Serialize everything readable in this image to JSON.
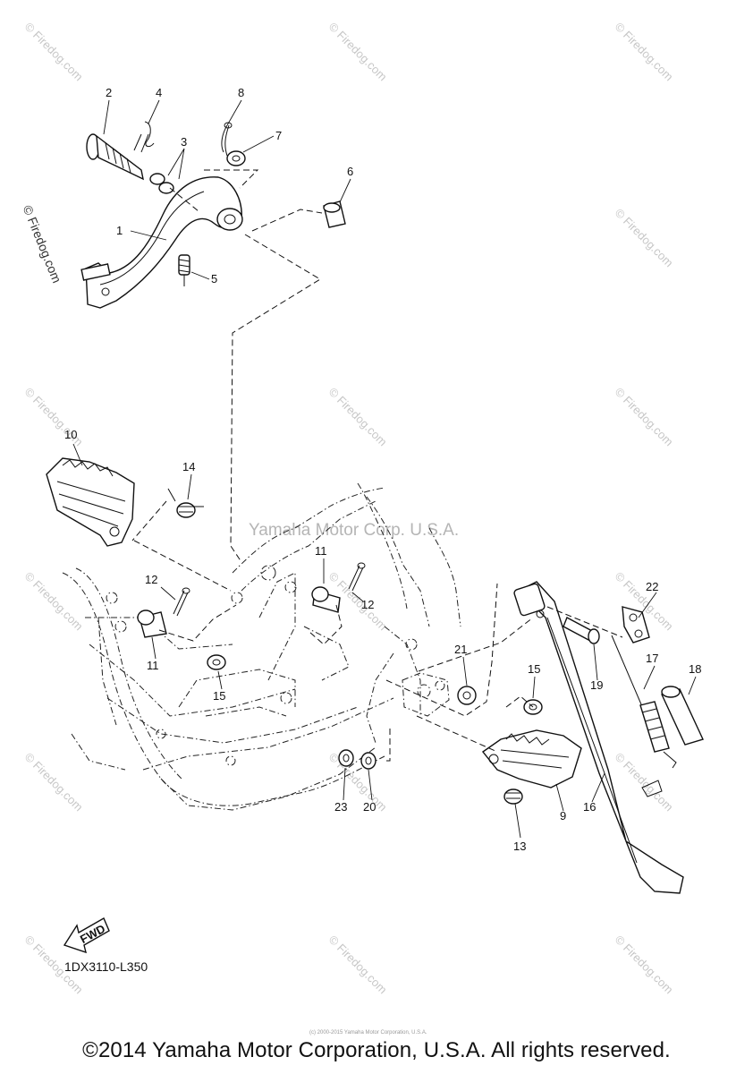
{
  "watermarks": {
    "site": "© Firedog.com",
    "center": "Yamaha Motor Corp. U.S.A."
  },
  "diagram": {
    "code": "1DX3110-L350",
    "fwd_label": "FWD",
    "callouts": {
      "c1": "1",
      "c2": "2",
      "c3": "3",
      "c4": "4",
      "c5": "5",
      "c6": "6",
      "c7": "7",
      "c8": "8",
      "c9": "9",
      "c10": "10",
      "c11a": "11",
      "c11b": "11",
      "c12a": "12",
      "c12b": "12",
      "c13": "13",
      "c14": "14",
      "c15a": "15",
      "c15b": "15",
      "c16": "16",
      "c17": "17",
      "c18": "18",
      "c19": "19",
      "c20": "20",
      "c21": "21",
      "c22": "22",
      "c23": "23"
    }
  },
  "footer": {
    "copyright": "©2014 Yamaha Motor Corporation, U.S.A. All rights reserved.",
    "tiny_credit": "(c) 2000-2015 Yamaha Motor Corporation, U.S.A."
  }
}
